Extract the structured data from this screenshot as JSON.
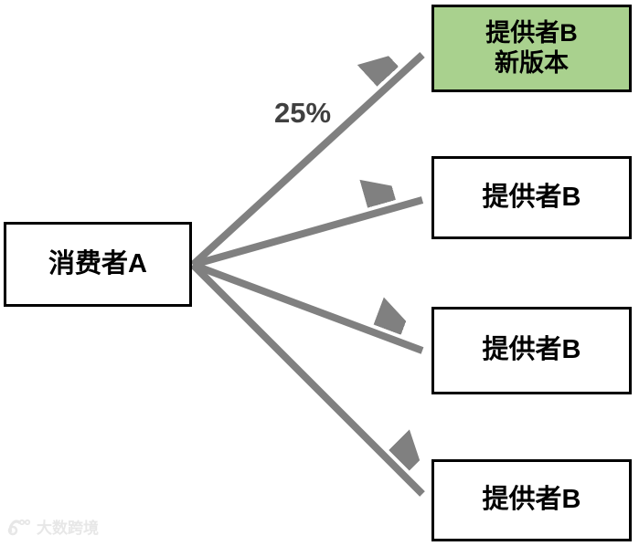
{
  "diagram": {
    "consumer": {
      "label": "消费者A"
    },
    "providers": [
      {
        "label": "提供者B",
        "sublabel": "新版本",
        "highlighted": true
      },
      {
        "label": "提供者B",
        "highlighted": false
      },
      {
        "label": "提供者B",
        "highlighted": false
      },
      {
        "label": "提供者B",
        "highlighted": false
      }
    ],
    "arrow_label": "25%",
    "colors": {
      "highlight_green": "#A9D18E",
      "arrow_gray": "#808080",
      "percent_label_gray": "#404040",
      "box_border": "#000000"
    }
  },
  "watermark": {
    "text": "大数跨境"
  }
}
